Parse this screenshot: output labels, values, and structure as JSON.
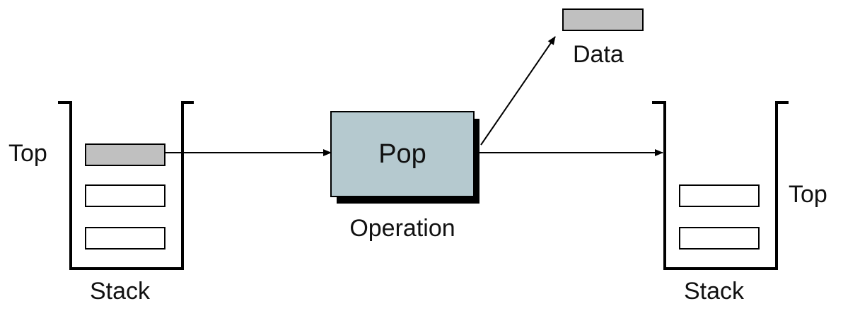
{
  "diagram": {
    "left_stack": {
      "label": "Stack",
      "top_label": "Top",
      "items": [
        {
          "state": "filled",
          "color": "#c0c0c0"
        },
        {
          "state": "empty",
          "color": "#ffffff"
        },
        {
          "state": "empty",
          "color": "#ffffff"
        }
      ]
    },
    "operation": {
      "name": "Pop",
      "caption": "Operation",
      "fill": "#b5c9cf",
      "shadow": "#000000"
    },
    "output": {
      "label": "Data",
      "fill": "#c0c0c0"
    },
    "right_stack": {
      "label": "Stack",
      "top_label": "Top",
      "items": [
        {
          "state": "empty",
          "color": "#ffffff"
        },
        {
          "state": "empty",
          "color": "#ffffff"
        }
      ]
    },
    "edges": [
      {
        "from": "left_stack.top",
        "to": "operation"
      },
      {
        "from": "operation",
        "to": "output"
      },
      {
        "from": "operation",
        "to": "right_stack"
      }
    ],
    "colors": {
      "line": "#000000",
      "background": "#ffffff"
    }
  }
}
